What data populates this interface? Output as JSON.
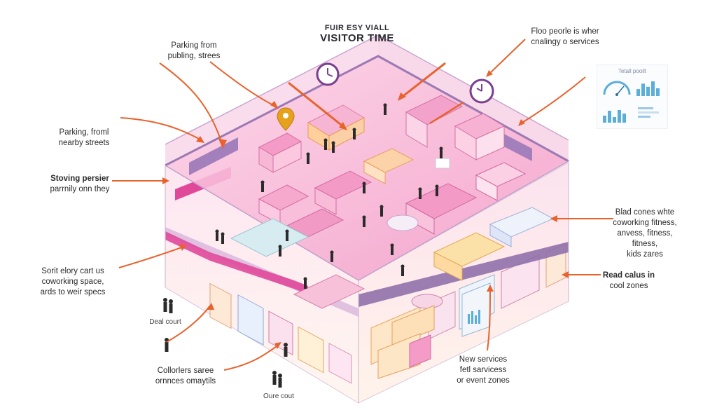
{
  "title": {
    "line1": "FUIR ESY VIALL",
    "line2": "VISITOR TIME"
  },
  "annotations": {
    "parking_top": [
      "Parking from",
      "publing, strees"
    ],
    "parking_left": [
      "Parking, froml",
      "nearby streets"
    ],
    "stoving": [
      "Stoving persier",
      "parrnily onn they"
    ],
    "coworking": [
      "Sorit elory cart us",
      "coworking space,",
      "ards to weir specs"
    ],
    "deal_court": "Deal court",
    "collorlers": [
      "Collorlers saree",
      "ornnces omaytils"
    ],
    "oure_cout": "Oure cout",
    "flow_people": [
      "Floo peorle is wher",
      "cnalingy o services"
    ],
    "blad_zones": [
      "Blad cones whte",
      "coworking fitness,",
      "anvess, fitness,",
      "fitness,",
      "kids zares"
    ],
    "read_calus": {
      "bold": "Read calus in",
      "sub": "cool zones"
    },
    "new_services": [
      "New services",
      "fetl sarvicess",
      "or event zones"
    ]
  },
  "mini_dashboard": {
    "title": "Tetall pooilt",
    "bars_top": [
      0.45,
      0.8,
      0.6,
      0.95,
      0.5
    ],
    "bars_bottom": [
      0.5,
      0.85,
      0.4,
      0.9,
      0.65
    ]
  },
  "colors": {
    "arrow": "#e8622c",
    "floor_pink": "#f6a9cf",
    "wall_purple": "#8b6aa8",
    "accent_magenta": "#e0489a",
    "clock": "#7a3f8f",
    "pin": "#e7a21b",
    "dashboard_blue": "#5aaed8"
  }
}
